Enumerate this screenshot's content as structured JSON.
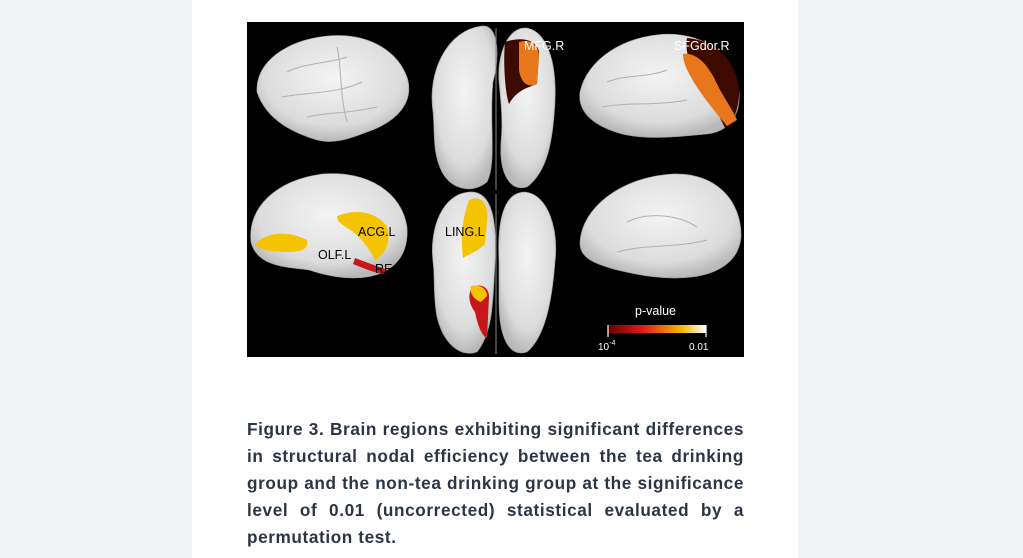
{
  "figure": {
    "region_labels": {
      "mfg_r": "MFG.R",
      "sfgdor_r": "SFGdor.R",
      "acg_l": "ACG.L",
      "ling_l": "LING.L",
      "olf_l": "OLF.L",
      "rec_l": "REC.L"
    },
    "colorbar": {
      "title": "p-value",
      "min_label_base": "10",
      "min_label_exp": "-4",
      "max_label": "0.01",
      "colors": [
        "#6b0000",
        "#e01a1a",
        "#f5b800",
        "#ffffff"
      ]
    },
    "colors": {
      "background": "#000000",
      "brain": "#e8e8e8",
      "highlight_dark": "#3d0a00",
      "highlight_orange": "#e8771c",
      "highlight_yellow": "#f5c400",
      "highlight_red": "#c8161a"
    }
  },
  "caption": {
    "label": "Figure 3.",
    "text": "Brain regions exhibiting significant differences in structural nodal efficiency between the tea drinking group and the non-tea drinking group at the significance level of 0.01 (uncorrected) statistical evaluated by a permutation test."
  }
}
